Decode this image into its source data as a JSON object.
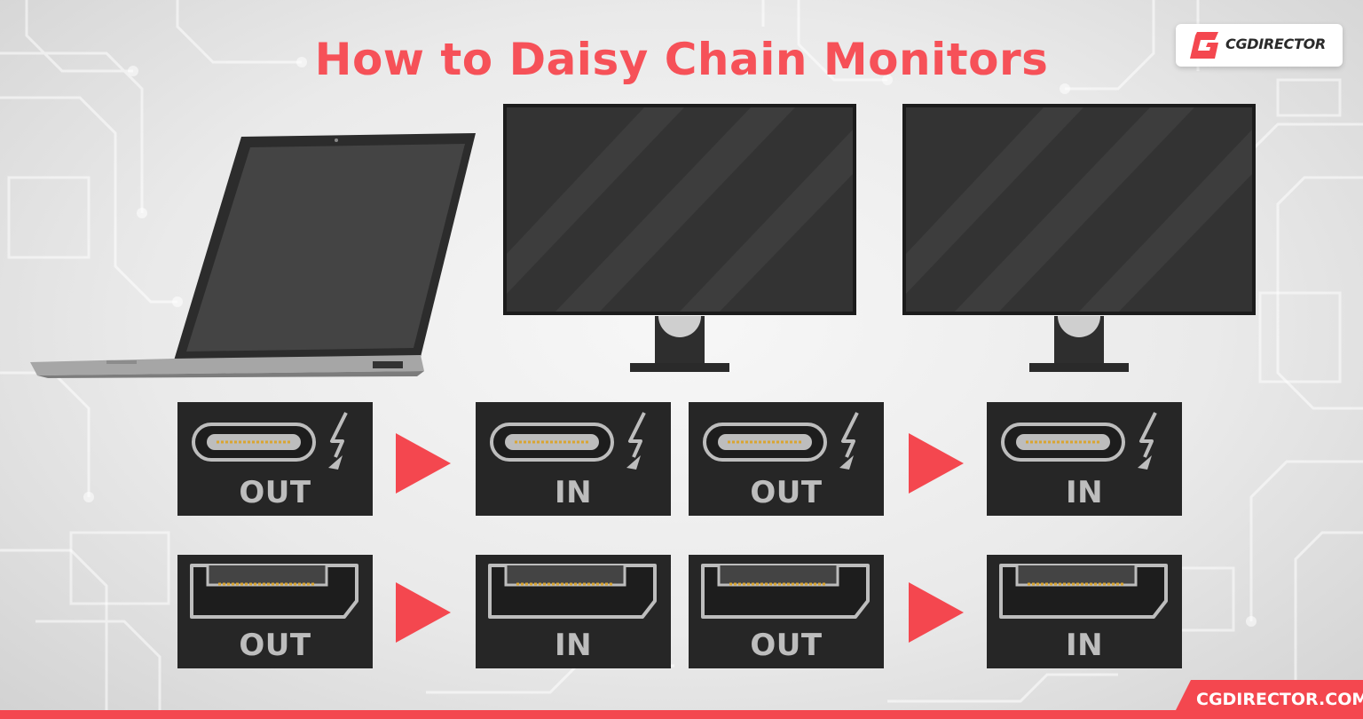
{
  "title": "How to Daisy Chain Monitors",
  "brand": {
    "logo_text": "CGDIRECTOR",
    "footer_text": "CGDIRECTOR.COM"
  },
  "colors": {
    "accent": "#f4474f",
    "title": "#f65158",
    "port_bg": "#262626",
    "port_label": "#bdbdbd",
    "pins": "#d9a531"
  },
  "devices": [
    "laptop",
    "monitor",
    "monitor"
  ],
  "rows": [
    {
      "connector": "usb-c-thunderbolt",
      "ports": [
        {
          "label": "OUT"
        },
        {
          "label": "IN"
        },
        {
          "label": "OUT"
        },
        {
          "label": "IN"
        }
      ]
    },
    {
      "connector": "displayport",
      "ports": [
        {
          "label": "OUT"
        },
        {
          "label": "IN"
        },
        {
          "label": "OUT"
        },
        {
          "label": "IN"
        }
      ]
    }
  ],
  "icons": [
    "thunderbolt-icon",
    "usb-c-port-icon",
    "displayport-port-icon",
    "arrow-right-icon"
  ]
}
